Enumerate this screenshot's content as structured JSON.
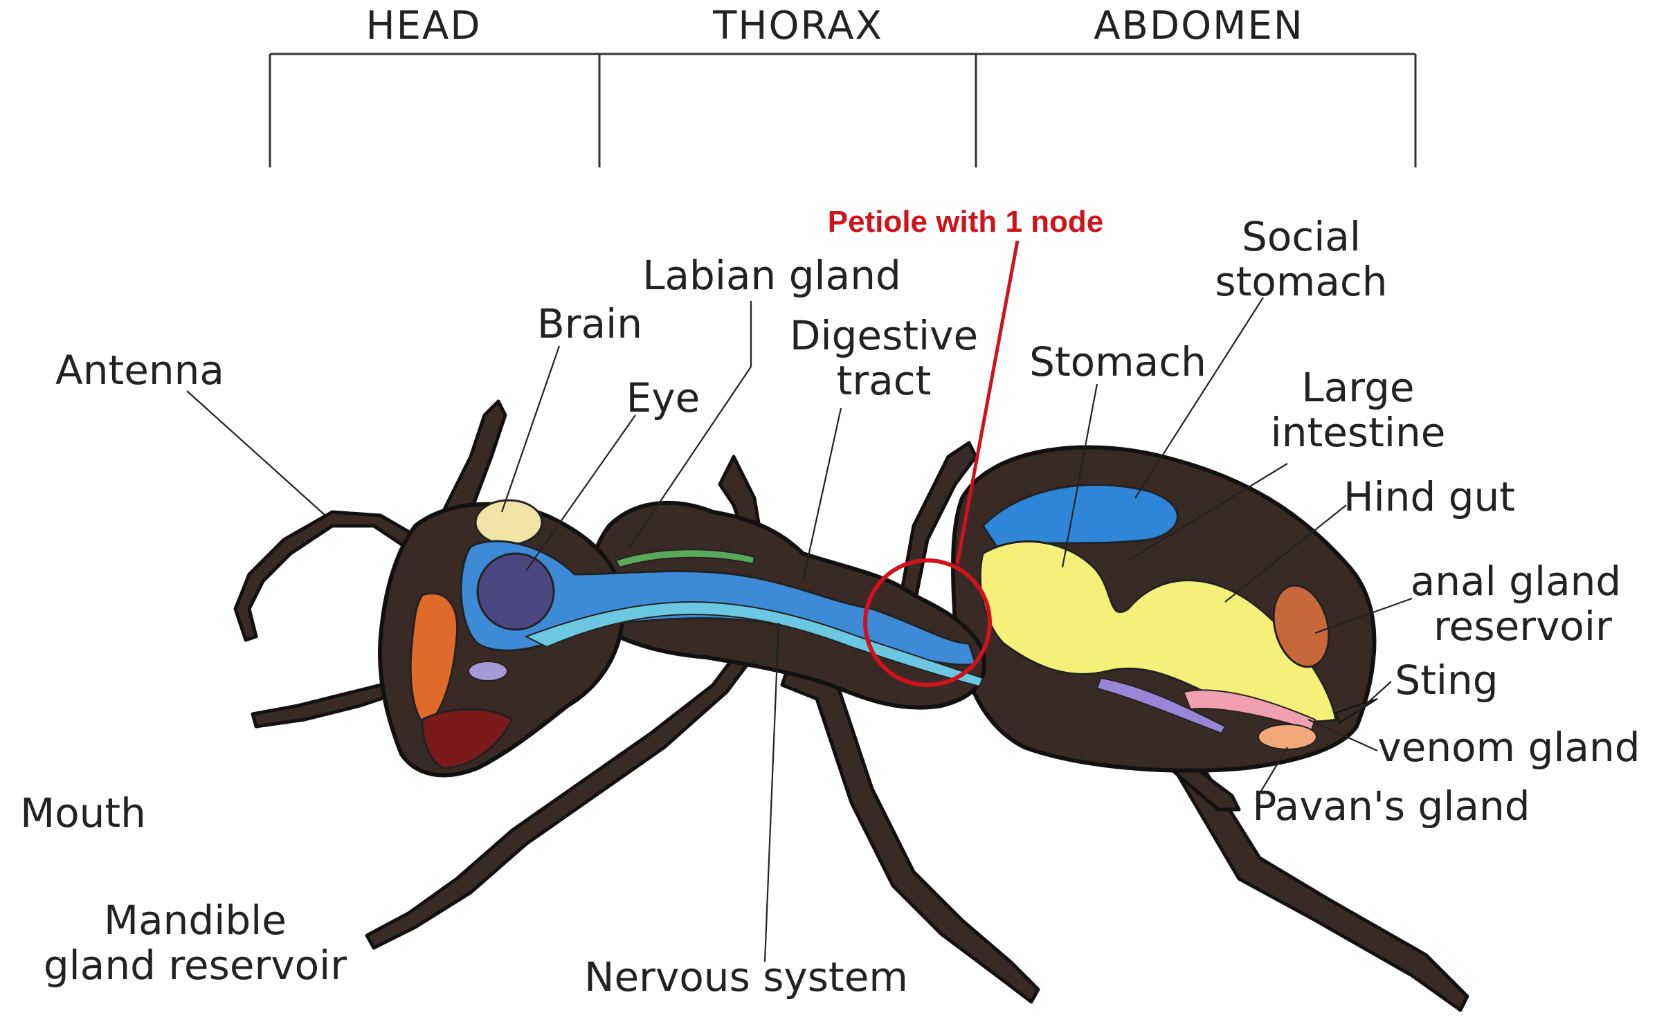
{
  "segments": {
    "head": "HEAD",
    "thorax": "THORAX",
    "abdomen": "ABDOMEN"
  },
  "labels": {
    "antenna": "Antenna",
    "brain": "Brain",
    "eye": "Eye",
    "labian_gland": "Labian gland",
    "digestive_tract_1": "Digestive",
    "digestive_tract_2": "tract",
    "petiole": "Petiole with 1 node",
    "stomach": "Stomach",
    "social_stomach_1": "Social",
    "social_stomach_2": "stomach",
    "large_intestine_1": "Large",
    "large_intestine_2": "intestine",
    "hind_gut": "Hind gut",
    "anal_gland_1": "anal gland",
    "anal_gland_2": "reservoir",
    "sting": "Sting",
    "venom_gland": "venom gland",
    "pavans_gland": "Pavan's gland",
    "mouth": "Mouth",
    "mandible_1": "Mandible",
    "mandible_2": "gland reservoir",
    "nervous_system": "Nervous system"
  },
  "colors": {
    "body": "#3a2a26",
    "outline": "#111111",
    "brain": "#f2e3a6",
    "eye": "#4c4780",
    "digestive": "#3d8ad6",
    "nervous": "#6cc8e0",
    "labial_gland": "#5aa85a",
    "stomach_yellow": "#f4f07a",
    "social_stomach": "#2f86d8",
    "anal_gland": "#c8683a",
    "venom": "#f0a0b0",
    "pavan": "#f2a87a",
    "mandible": "#e06a2a",
    "mouth": "#7a1a1a",
    "petiole_highlight": "#d0121b"
  }
}
